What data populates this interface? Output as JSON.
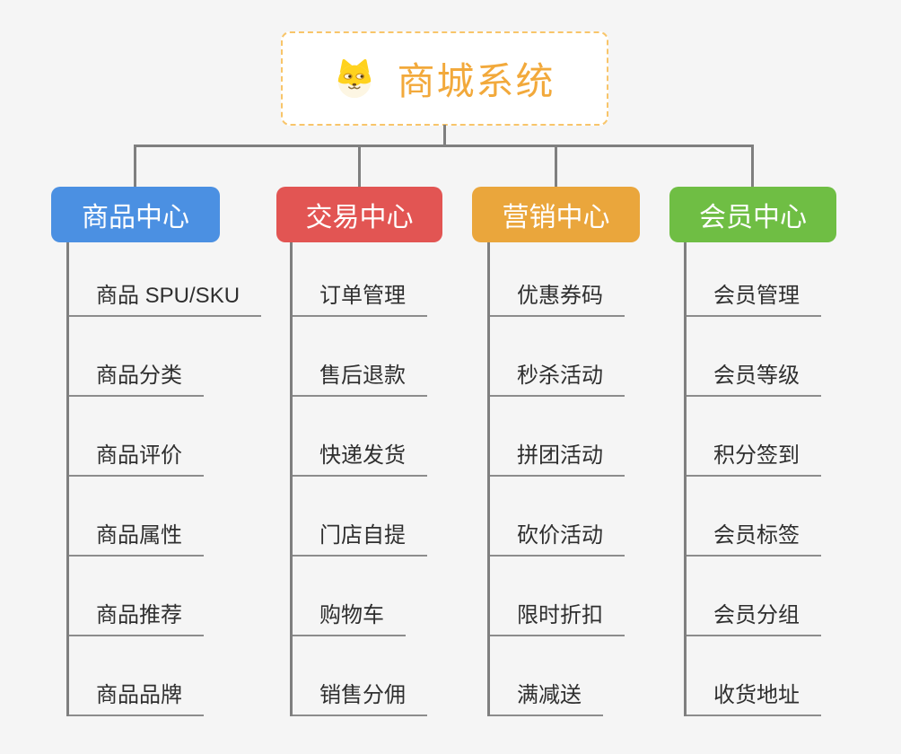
{
  "page": {
    "background_color": "#f5f5f5",
    "connector_color": "#7f7f7f"
  },
  "root": {
    "title": "商城系统",
    "icon": "dog-face-icon",
    "text_color": "#f2a93b",
    "border_color": "#f8c56a",
    "background_color": "#ffffff"
  },
  "branches": [
    {
      "label": "商品中心",
      "color": "#4b90e2",
      "items": [
        "商品 SPU/SKU",
        "商品分类",
        "商品评价",
        "商品属性",
        "商品推荐",
        "商品品牌"
      ]
    },
    {
      "label": "交易中心",
      "color": "#e25553",
      "items": [
        "订单管理",
        "售后退款",
        "快递发货",
        "门店自提",
        "购物车",
        "销售分佣"
      ]
    },
    {
      "label": "营销中心",
      "color": "#eaa63c",
      "items": [
        "优惠券码",
        "秒杀活动",
        "拼团活动",
        "砍价活动",
        "限时折扣",
        "满减送"
      ]
    },
    {
      "label": "会员中心",
      "color": "#6fbe44",
      "items": [
        "会员管理",
        "会员等级",
        "积分签到",
        "会员标签",
        "会员分组",
        "收货地址"
      ]
    }
  ]
}
